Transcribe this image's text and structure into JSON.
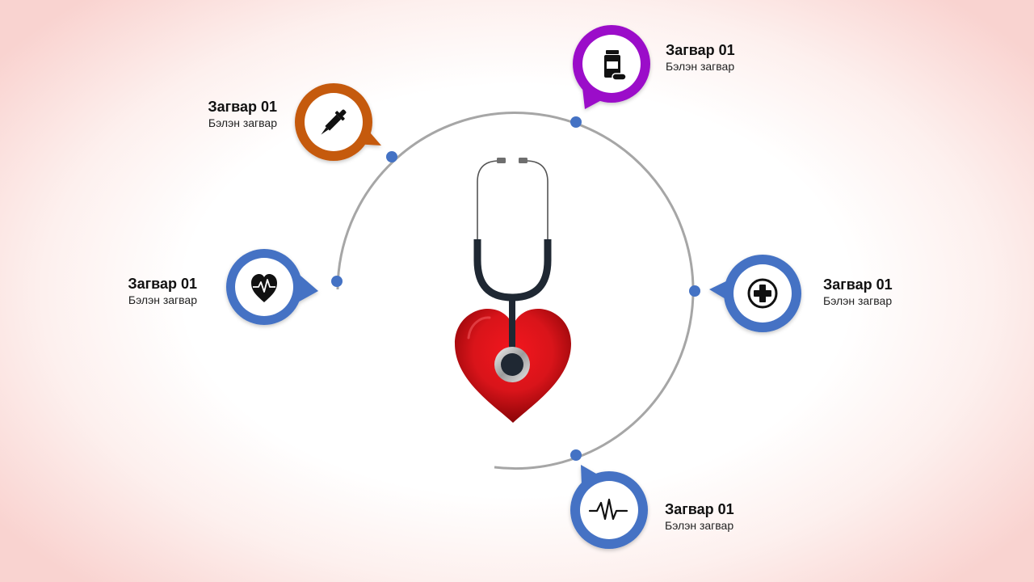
{
  "colors": {
    "ring": "#a6a6a6",
    "dot": "#4472c4",
    "blue": "#4472c4",
    "orange": "#c55a11",
    "purple": "#9b0ec9",
    "heart": "#d9141a",
    "tube": "#1f2833",
    "icon": "#111111"
  },
  "items": [
    {
      "title": "Загвар 01",
      "subtitle": "Бэлэн загвар",
      "icon": "heart-pulse-icon",
      "color": "blue"
    },
    {
      "title": "Загвар 01",
      "subtitle": "Бэлэн загвар",
      "icon": "dropper-icon",
      "color": "orange"
    },
    {
      "title": "Загвар 01",
      "subtitle": "Бэлэн загвар",
      "icon": "pill-bottle-icon",
      "color": "purple"
    },
    {
      "title": "Загвар 01",
      "subtitle": "Бэлэн загвар",
      "icon": "plus-circle-icon",
      "color": "blue"
    },
    {
      "title": "Загвар 01",
      "subtitle": "Бэлэн загвар",
      "icon": "pulse-wave-icon",
      "color": "blue"
    }
  ],
  "center": {
    "icon": "stethoscope-heart-icon"
  }
}
